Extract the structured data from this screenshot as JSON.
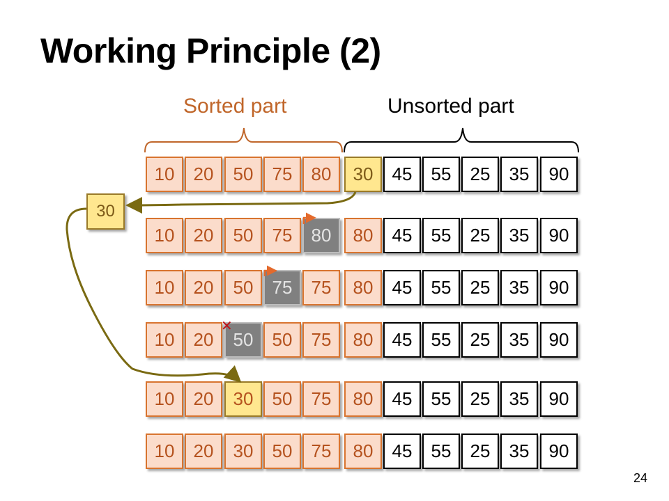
{
  "title": "Working Principle (2)",
  "labels": {
    "sorted": "Sorted part",
    "unsorted": "Unsorted part"
  },
  "temp_value": "30",
  "page_number": "24",
  "rows": [
    [
      "10",
      "20",
      "50",
      "75",
      "80",
      "30",
      "45",
      "55",
      "25",
      "35",
      "90"
    ],
    [
      "10",
      "20",
      "50",
      "75",
      "80",
      "80",
      "45",
      "55",
      "25",
      "35",
      "90"
    ],
    [
      "10",
      "20",
      "50",
      "75",
      "75",
      "80",
      "45",
      "55",
      "25",
      "35",
      "90"
    ],
    [
      "10",
      "20",
      "50",
      "50",
      "75",
      "80",
      "45",
      "55",
      "25",
      "35",
      "90"
    ],
    [
      "10",
      "20",
      "30",
      "50",
      "75",
      "80",
      "45",
      "55",
      "25",
      "35",
      "90"
    ],
    [
      "10",
      "20",
      "30",
      "50",
      "75",
      "80",
      "45",
      "55",
      "25",
      "35",
      "90"
    ]
  ],
  "stop_mark": "✕"
}
